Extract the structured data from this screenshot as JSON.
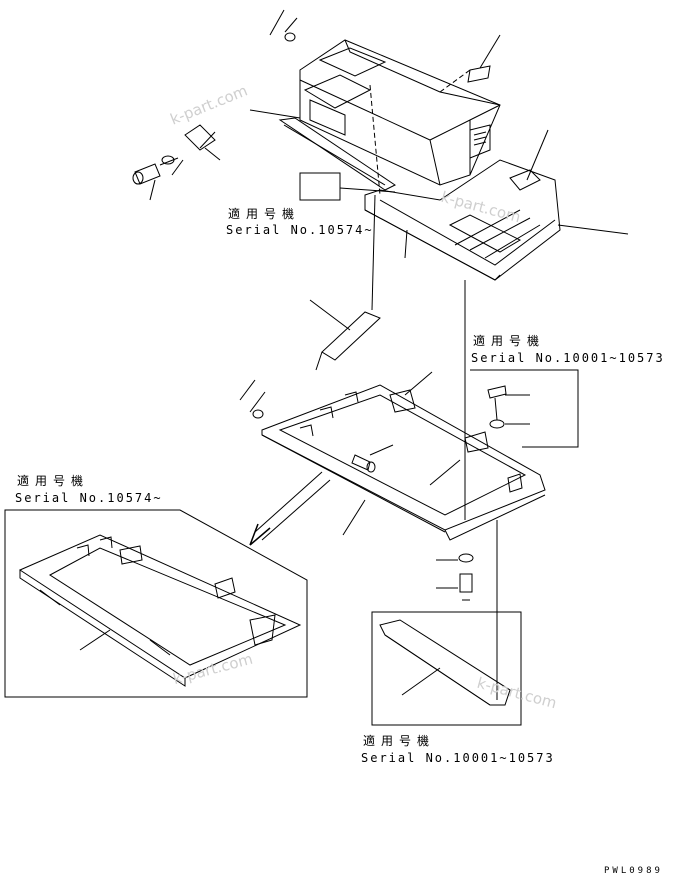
{
  "labels": {
    "serial_a_ja": "適用号機",
    "serial_a": "Serial No.10574~",
    "serial_b_ja": "適用号機",
    "serial_b": "Serial No.10001~10573",
    "serial_c_ja": "適用号機",
    "serial_c": "Serial No.10574~",
    "serial_d_ja": "適用号機",
    "serial_d": "Serial No.10001~10573"
  },
  "watermark": "k-part.com",
  "drawing_code": "PWL0989",
  "colors": {
    "line": "#000000",
    "watermark": "#cfcfcf",
    "background": "#ffffff"
  }
}
